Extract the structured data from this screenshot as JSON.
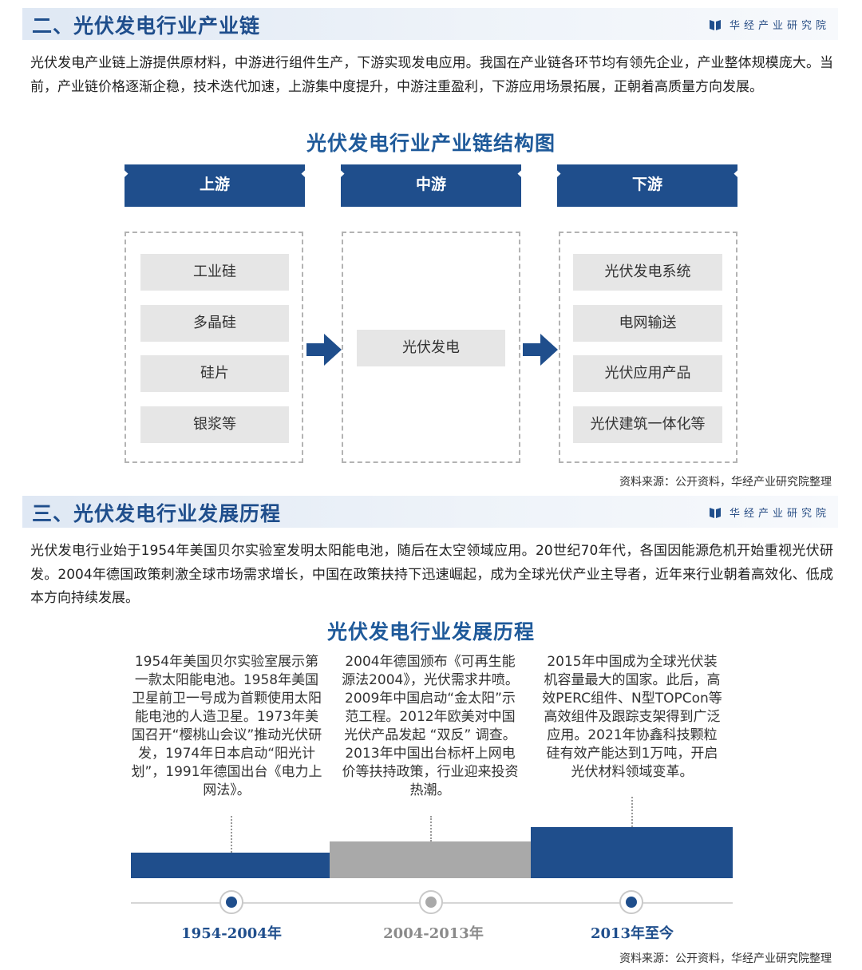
{
  "brand": "华经产业研究院",
  "colors": {
    "navy": "#1f4e8c",
    "gray": "#a9a9a9",
    "title_blue": "#1f5a9a"
  },
  "section2": {
    "title": "二、光伏发电行业产业链",
    "paragraph": "光伏发电产业链上游提供原材料，中游进行组件生产，下游实现发电应用。我国在产业链各环节均有领先企业，产业整体规模庞大。当前，产业链价格逐渐企稳，技术迭代加速，上游集中度提升，中游注重盈利，下游应用场景拓展，正朝着高质量方向发展。",
    "chart_title": "光伏发电行业产业链结构图",
    "upstream": {
      "label": "上游",
      "items": [
        "工业硅",
        "多晶硅",
        "硅片",
        "银浆等"
      ]
    },
    "midstream": {
      "label": "中游",
      "items": [
        "光伏发电"
      ]
    },
    "downstream": {
      "label": "下游",
      "items": [
        "光伏发电系统",
        "电网输送",
        "光伏应用产品",
        "光伏建筑一体化等"
      ]
    },
    "source": "资料来源：公开资料，华经产业研究院整理"
  },
  "section3": {
    "title": "三、光伏发电行业发展历程",
    "paragraph": "光伏发电行业始于1954年美国贝尔实验室发明太阳能电池，随后在太空领域应用。20世纪70年代，各国因能源危机开始重视光伏研发。2004年德国政策刺激全球市场需求增长，中国在政策扶持下迅速崛起，成为全球光伏产业主导者，近年来行业朝着高效化、低成本方向持续发展。",
    "chart_title": "光伏发电行业发展历程",
    "stages": [
      {
        "period": "1954-2004年",
        "text": "1954年美国贝尔实验室展示第一款太阳能电池。1958年美国卫星前卫一号成为首颗使用太阳能电池的人造卫星。1973年美国召开“樱桃山会议”推动光伏研发，1974年日本启动“阳光计划”，1991年德国出台《电力上网法》。",
        "color": "#1f4e8c"
      },
      {
        "period": "2004-2013年",
        "text": "2004年德国颁布《可再生能源法2004》，光伏需求井喷。2009年中国启动“金太阳”示范工程。2012年欧美对中国光伏产品发起 “双反” 调查。2013年中国出台标杆上网电价等扶持政策，行业迎来投资热潮。",
        "color": "#a9a9a9"
      },
      {
        "period": "2013年至今",
        "text": "2015年中国成为全球光伏装机容量最大的国家。此后，高效PERC组件、N型TOPCon等高效组件及跟踪支架得到广泛应用。2021年协鑫科技颗粒硅有效产能达到1万吨，开启光伏材料领域变革。",
        "color": "#1f4e8c"
      }
    ],
    "source": "资料来源：公开资料，华经产业研究院整理"
  }
}
